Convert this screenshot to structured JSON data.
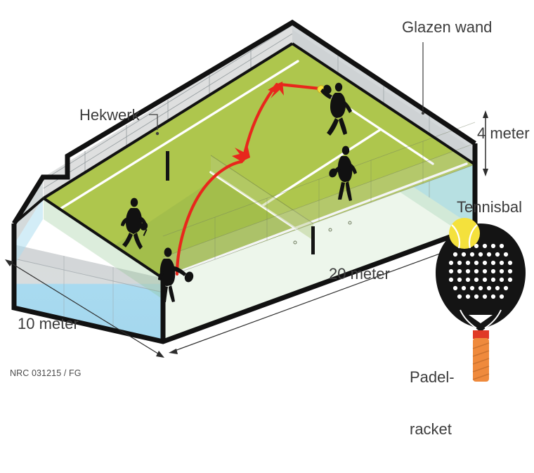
{
  "figure": {
    "type": "isometric-diagram",
    "subject": "padel-court",
    "credit": "NRC 031215 / FG",
    "background_color": "#ffffff",
    "text_color": "#3c3c3c"
  },
  "labels": {
    "hekwerk": "Hekwerk",
    "glazen_wand": "Glazen wand",
    "tennisbal": "Tennisbal",
    "padelracket_line1": "Padel-",
    "padelracket_line2": "racket"
  },
  "dimensions": {
    "height": "4 meter",
    "length": "20 meter",
    "width": "10 meter"
  },
  "colors": {
    "court_green": "#aec64d",
    "court_green_shaded": "#9bb84a",
    "glass_blue": "#a8dcf0",
    "glass_green": "#8cc48b",
    "fence_grey": "#d9dadb",
    "frame_black": "#111111",
    "line_white": "#ffffff",
    "trajectory_red": "#e8271c",
    "ball_yellow": "#f4e13c",
    "grip_orange": "#ef8a3c",
    "grip_band_red": "#e03a26"
  },
  "court": {
    "surface": "green",
    "lines": [
      "service-line-far",
      "service-line-near",
      "center-service-line",
      "side-lines"
    ],
    "net": "center net running across the court"
  },
  "players": [
    {
      "id": "player-back-left",
      "position": "back left court"
    },
    {
      "id": "player-front-left",
      "position": "front left, serving"
    },
    {
      "id": "player-far-right",
      "position": "far side, striking the ball"
    },
    {
      "id": "player-near-right",
      "position": "near the net, right side"
    }
  ],
  "trajectory": {
    "color": "#e8271c",
    "description": "ball path: served from front-left, bounces up, arrow to mid-court, arrow rebounding off the far glass wall",
    "arrowheads": 2
  },
  "ball": {
    "color": "#f4e13c",
    "location": "at the far-right player's racket"
  },
  "racket": {
    "head_color": "#111111",
    "holes": "grid of round perforations",
    "grip_color": "#ef8a3c",
    "band_color": "#e03a26",
    "ball_color": "#f4e13c"
  }
}
